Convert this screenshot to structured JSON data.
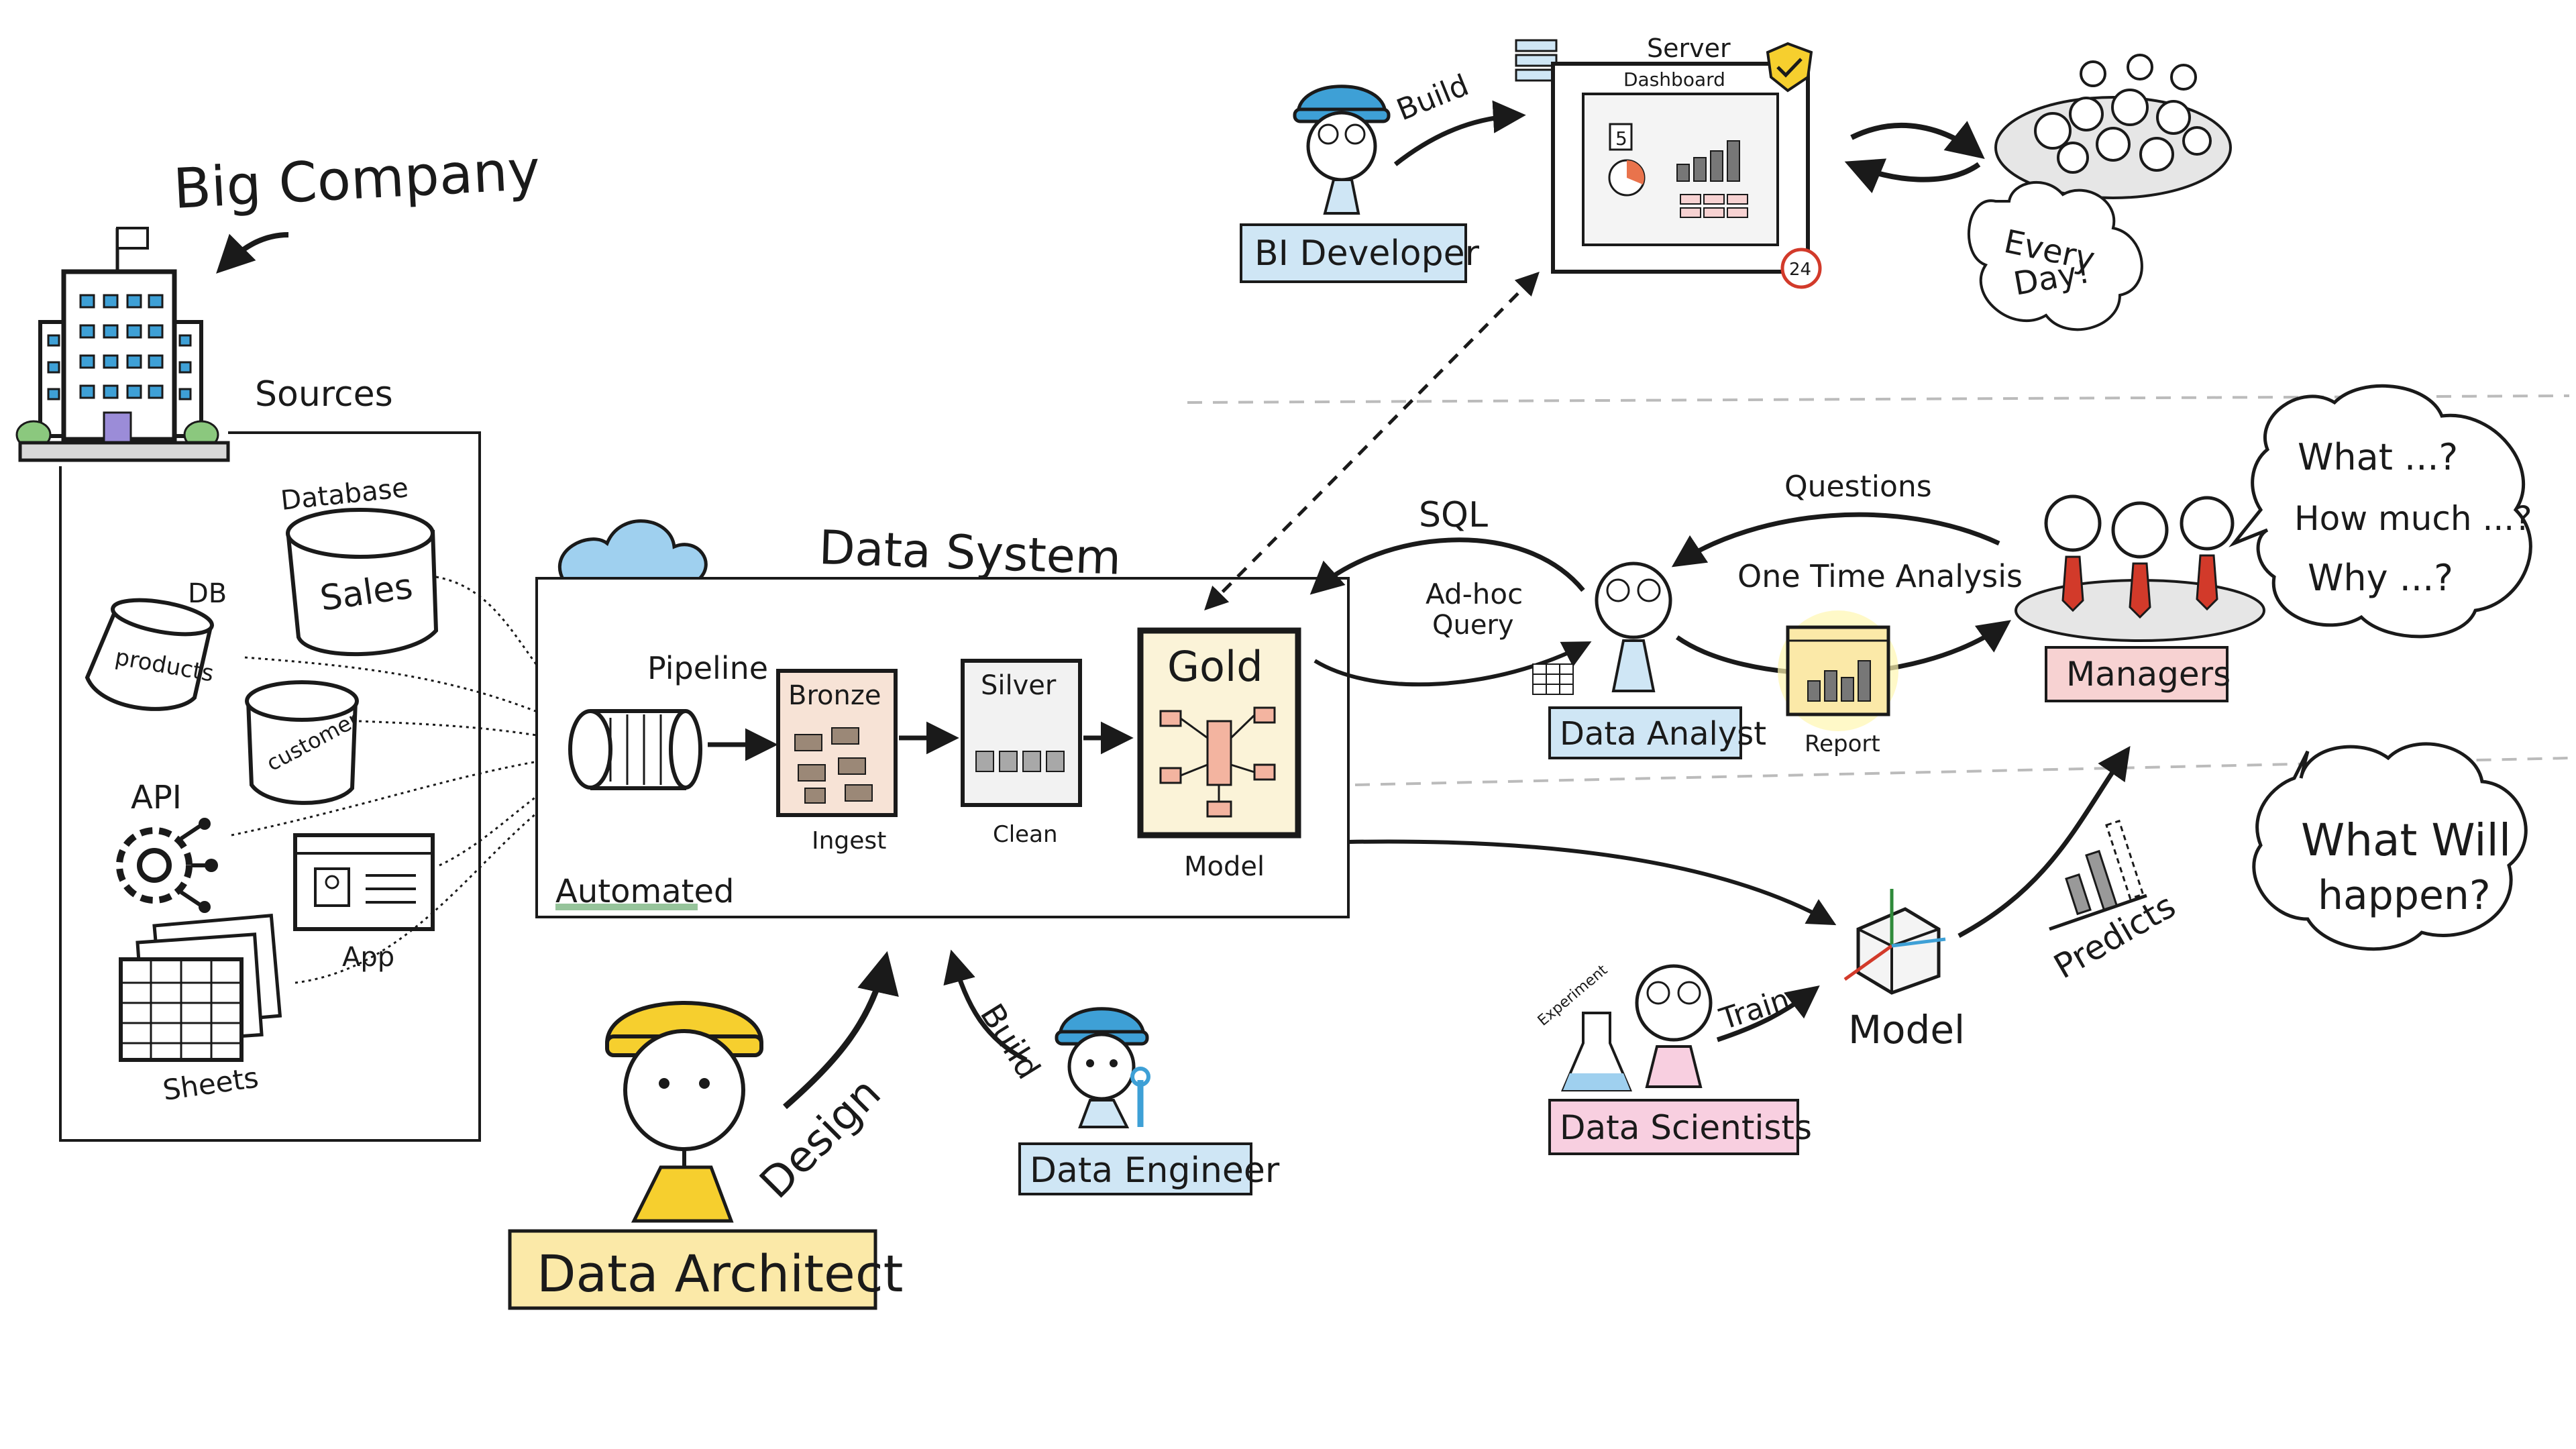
{
  "title": "Big Company",
  "sources": {
    "label": "Sources",
    "items": {
      "database": "Database",
      "sales": "Sales",
      "db": "DB",
      "products": "products",
      "customer": "customer",
      "api": "API",
      "app": "App",
      "sheets": "Sheets"
    }
  },
  "data_system": {
    "label": "Data System",
    "pipeline": "Pipeline",
    "automated": "Automated",
    "bronze": "Bronze",
    "silver": "Silver",
    "gold": "Gold",
    "ingest": "Ingest",
    "clean": "Clean",
    "model": "Model"
  },
  "roles": {
    "data_architect": "Data Architect",
    "data_engineer": "Data Engineer",
    "bi_developer": "BI Developer",
    "data_analyst": "Data Analyst",
    "data_scientists": "Data Scientists",
    "managers": "Managers"
  },
  "actions": {
    "design": "Design",
    "build_engineer": "Build",
    "build_bi": "Build",
    "sql": "SQL",
    "adhoc": "Ad-hoc",
    "query": "Query",
    "questions": "Questions",
    "one_time": "One Time Analysis",
    "report": "Report",
    "train": "Train",
    "predicts": "Predicts",
    "experiment": "Experiment",
    "ml_model": "Model"
  },
  "server": {
    "label": "Server",
    "dashboard": "Dashboard",
    "kpi": "5",
    "badge": "24"
  },
  "bubbles": {
    "every_day_1": "Every",
    "every_day_2": "Day!",
    "what": "What ...?",
    "how_much": "How much ...?",
    "why": "Why ...?",
    "will_1": "What Will",
    "will_2": "happen?"
  },
  "colors": {
    "architect": "#fbe9a8",
    "engineer": "#cfe6f5",
    "bi": "#cfe6f5",
    "analyst": "#cfe6f5",
    "scientists": "#f8cfe0",
    "managers": "#f7d2d2",
    "helmet_yellow": "#f6cf2e",
    "helmet_blue": "#3ea0d6",
    "cloud_blue": "#9fd0ef",
    "tie_red": "#d23a2a",
    "green": "#2f8a3a"
  }
}
